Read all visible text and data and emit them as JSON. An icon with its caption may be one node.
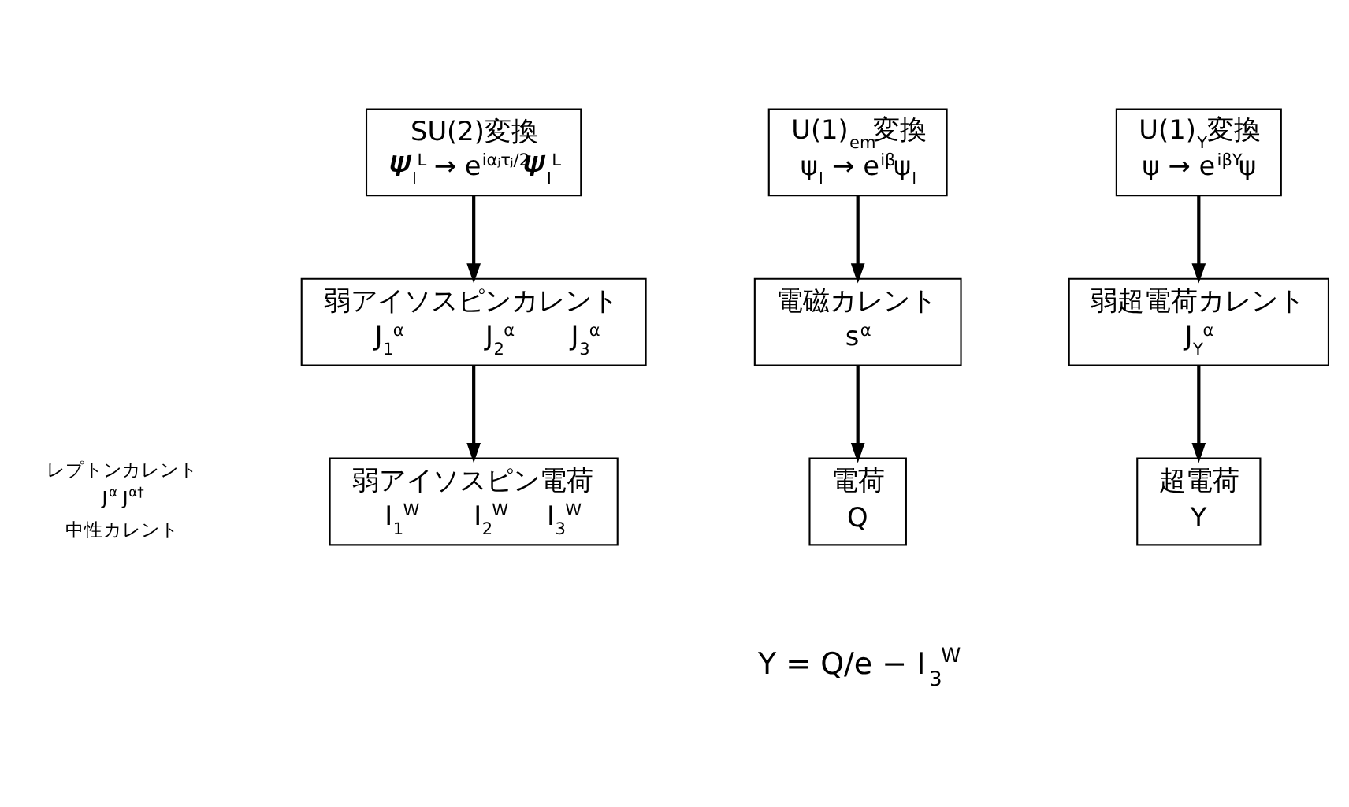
{
  "diagram": {
    "nodes": [
      {
        "text": [
          "SU(2)変換",
          "𝜳$_{l}$$^{L}$ → e$^{iαⱼτⱼ/2}$𝜳$_{l}$$^{L}$"
        ]
      },
      {
        "text": [
          "U(1)$_{em}$変換",
          "ψ$_{l}$ → e$^{iβ}$ψ$_{l}$"
        ]
      },
      {
        "text": [
          "U(1)$_{Y}$変換",
          "ψ → e$^{iβY}$ψ"
        ]
      },
      {
        "text": [
          "弱アイソスピンカレント",
          "J$_{1}$$^{α}$",
          "J$_{2}$$^{α}$",
          "J$_{3}$$^{α}$"
        ],
        "beside": [
          "レプトンカレント",
          "J$^{α}$ J$^{α†}$",
          "中性カレント"
        ]
      },
      {
        "text": [
          "電磁カレント",
          "s$^{α}$"
        ]
      },
      {
        "text": [
          "弱超電荷カレント",
          "J$_{Y}$$^{α}$"
        ]
      },
      {
        "text": [
          "弱アイソスピン電荷",
          "I$_{1}$$^{W}$",
          "I$_{2}$$^{W}$",
          "I$_{3}$$^{W}$"
        ]
      },
      {
        "text": [
          "電荷",
          "Q"
        ]
      },
      {
        "text": [
          "超電荷",
          "Y"
        ]
      }
    ],
    "edges": [
      {
        "from": 0,
        "to": 3,
        "arrow": "to"
      },
      {
        "from": 3,
        "to": 6,
        "arrow": "to"
      },
      {
        "from": 1,
        "to": 4,
        "arrow": "to"
      },
      {
        "from": 4,
        "to": 7,
        "arrow": "to"
      },
      {
        "from": 2,
        "to": 5,
        "arrow": "to"
      },
      {
        "from": 5,
        "to": 8,
        "arrow": "to"
      }
    ],
    "labels": [
      "Y = Q/e − I$_{3}$$^{W}$"
    ]
  }
}
